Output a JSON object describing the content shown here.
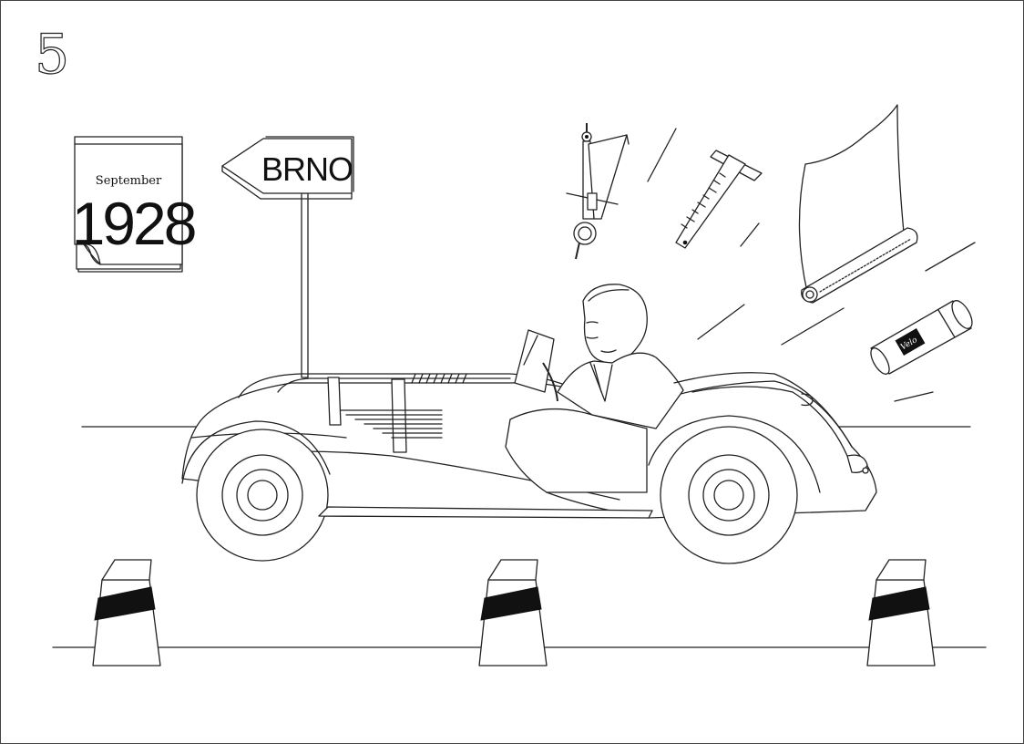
{
  "page": {
    "number": "5"
  },
  "calendar": {
    "month": "September",
    "year": "1928"
  },
  "sign": {
    "text": "BRNO"
  },
  "glue_stick": {
    "brand": "Velo"
  },
  "colors": {
    "line": "#222222",
    "fill": "#111111",
    "background": "#ffffff"
  }
}
